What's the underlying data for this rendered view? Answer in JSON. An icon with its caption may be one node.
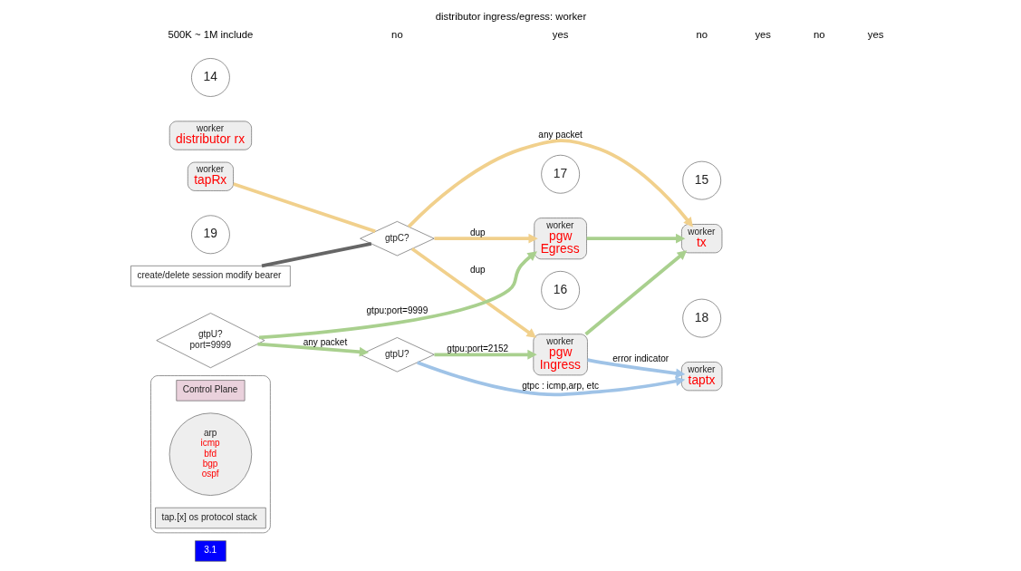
{
  "diagram": {
    "title": "distributor ingress/egress: worker",
    "nodes": [
      {
        "text": [
          "3.1"
        ]
      },
      {
        "text": [],
        "shape": "box"
      },
      {
        "text": [
          "Control Plane"
        ],
        "in": 1
      },
      {
        "text": [
          "arp",
          "icmp",
          "bfd",
          "bgp",
          "ospf"
        ],
        "in": 1
      },
      {
        "text": [
          "tap.[x] os protocol stack"
        ],
        "in": 1
      },
      {
        "text": [
          "18"
        ]
      },
      {
        "text": [
          "worker",
          "taptx"
        ]
      },
      {
        "text": [
          "worker",
          "tapRx"
        ]
      },
      {
        "text": [
          "19"
        ]
      },
      {
        "text": [
          "create/delete session modify bearer"
        ]
      },
      {
        "text": [
          "gtpC?"
        ]
      },
      {
        "text": [
          "16"
        ]
      },
      {
        "text": [
          "worker",
          "pgw",
          "Ingress"
        ]
      },
      {
        "text": [
          "gtpU?"
        ]
      },
      {
        "text": [
          "14"
        ]
      },
      {
        "text": [
          "worker",
          "distributor rx"
        ]
      },
      {
        "text": [
          "gtpU?",
          "port=9999"
        ]
      },
      {
        "text": [
          "17"
        ]
      },
      {
        "text": [
          "worker",
          "pgw",
          "Egress"
        ]
      },
      {
        "text": [
          "15"
        ]
      },
      {
        "text": [
          "worker",
          "tx"
        ]
      }
    ],
    "edges": [
      {
        "from": 7,
        "to": 10,
        "arrow": "none",
        "color": "#f1d08c"
      },
      {
        "from": 10,
        "to": 20,
        "arrow": "to",
        "label": "any packet",
        "color": "#f1d08c"
      },
      {
        "from": 10,
        "to": 12,
        "arrow": "to",
        "label": "dup",
        "color": "#f1d08c"
      },
      {
        "from": 10,
        "to": 18,
        "arrow": "to",
        "label": "dup",
        "color": "#f1d08c"
      },
      {
        "from": 9,
        "to": 10,
        "arrow": "none",
        "color": "#666666"
      },
      {
        "from": 16,
        "to": 13,
        "arrow": "to",
        "label": "any packet",
        "color": "#a9d08e"
      },
      {
        "from": 16,
        "to": 18,
        "arrow": "to",
        "label": "gtpu:port=9999",
        "color": "#a9d08e"
      },
      {
        "from": 13,
        "to": 12,
        "arrow": "to",
        "label": "gtpu:port=2152",
        "color": "#a9d08e"
      },
      {
        "from": 13,
        "to": 6,
        "arrow": "to",
        "label": "gtpc : icmp,arp, etc",
        "color": "#9fc3e7"
      },
      {
        "from": 12,
        "to": 6,
        "arrow": "to",
        "label": "error indicator",
        "color": "#9fc3e7"
      },
      {
        "from": 12,
        "to": 20,
        "arrow": "to",
        "color": "#a9d08e"
      },
      {
        "from": 18,
        "to": 20,
        "arrow": "to",
        "color": "#a9d08e"
      }
    ],
    "labels": [
      "500K ~ 1M include",
      "no",
      "yes",
      "no",
      "yes",
      "no",
      "yes"
    ]
  }
}
